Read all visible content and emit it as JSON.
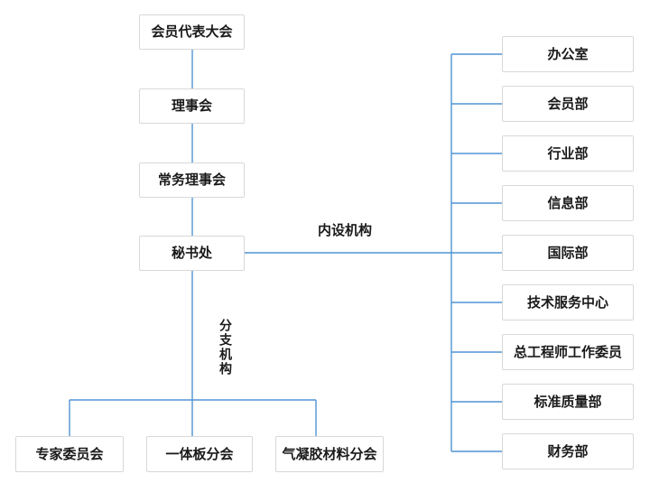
{
  "org_chart": {
    "colors": {
      "line": "#5193d4",
      "box_border": "#d8d8d8",
      "text": "#1a1a1a",
      "background": "#ffffff"
    },
    "hierarchy": [
      "会员代表大会",
      "理事会",
      "常务理事会",
      "秘书处"
    ],
    "edge_labels": {
      "internal": "内设机构",
      "branch": "分支机构"
    },
    "internal_departments": [
      "办公室",
      "会员部",
      "行业部",
      "信息部",
      "国际部",
      "技术服务中心",
      "总工程师工作委员",
      "标准质量部",
      "财务部"
    ],
    "branch_organizations": [
      "专家委员会",
      "一体板分会",
      "气凝胶材料分会"
    ]
  }
}
